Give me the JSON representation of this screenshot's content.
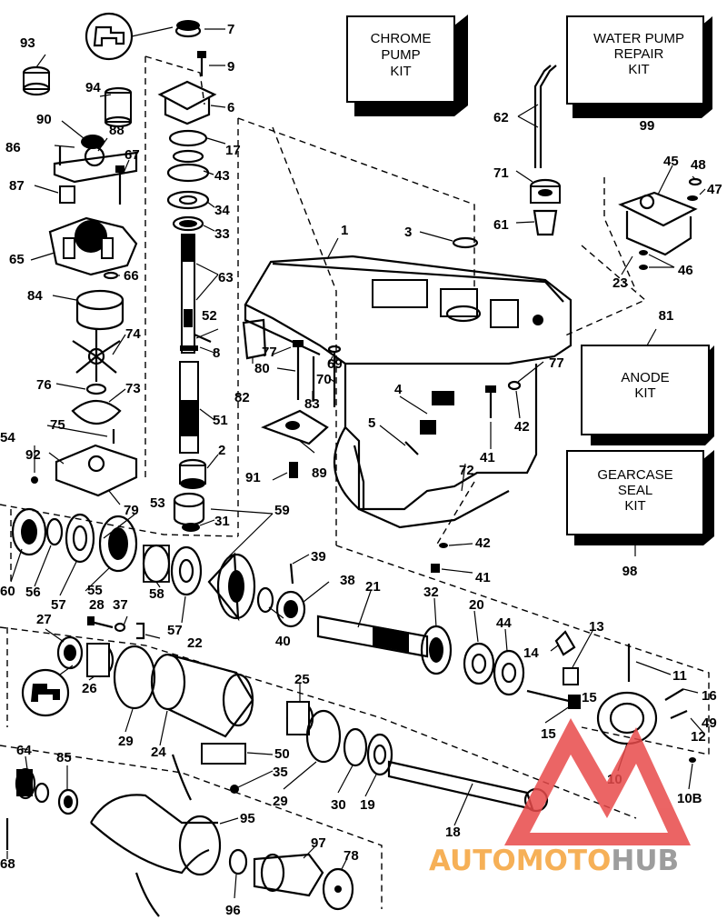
{
  "kits": [
    {
      "id": "chrome",
      "lines": [
        "CHROME",
        "PUMP",
        "KIT"
      ],
      "ref": ""
    },
    {
      "id": "water-pump",
      "lines": [
        "WATER PUMP",
        "REPAIR",
        "KIT"
      ],
      "ref": "99"
    },
    {
      "id": "anode",
      "lines": [
        "ANODE",
        "KIT"
      ],
      "ref": "81"
    },
    {
      "id": "gearcase-seal",
      "lines": [
        "GEARCASE",
        "SEAL",
        "KIT"
      ],
      "ref": "98"
    }
  ],
  "part_labels": [
    "1",
    "2",
    "3",
    "4",
    "5",
    "6",
    "7",
    "8",
    "9",
    "10",
    "10B",
    "11",
    "12",
    "13",
    "14",
    "15",
    "15",
    "16",
    "17",
    "18",
    "19",
    "20",
    "21",
    "22",
    "23",
    "24",
    "25",
    "26",
    "27",
    "28",
    "29",
    "29",
    "30",
    "31",
    "32",
    "33",
    "34",
    "35",
    "37",
    "38",
    "39",
    "40",
    "41",
    "41",
    "42",
    "42",
    "43",
    "44",
    "45",
    "46",
    "47",
    "48",
    "49",
    "50",
    "51",
    "52",
    "53",
    "54",
    "55",
    "56",
    "57",
    "57",
    "58",
    "59",
    "60",
    "61",
    "62",
    "63",
    "64",
    "65",
    "66",
    "67",
    "68",
    "69",
    "70",
    "71",
    "72",
    "73",
    "74",
    "75",
    "76",
    "77",
    "77",
    "78",
    "79",
    "80",
    "82",
    "83",
    "84",
    "85",
    "86",
    "87",
    "88",
    "89",
    "90",
    "91",
    "92",
    "93",
    "94",
    "95",
    "96",
    "97"
  ],
  "watermark": {
    "part1": "AUTOMOTO",
    "part2": "HUB",
    "color1": "#f5a33a",
    "color2": "#8d8d8d",
    "triangle_color": "#e84a4a"
  },
  "colors": {
    "ink": "#000000",
    "background": "#ffffff"
  }
}
